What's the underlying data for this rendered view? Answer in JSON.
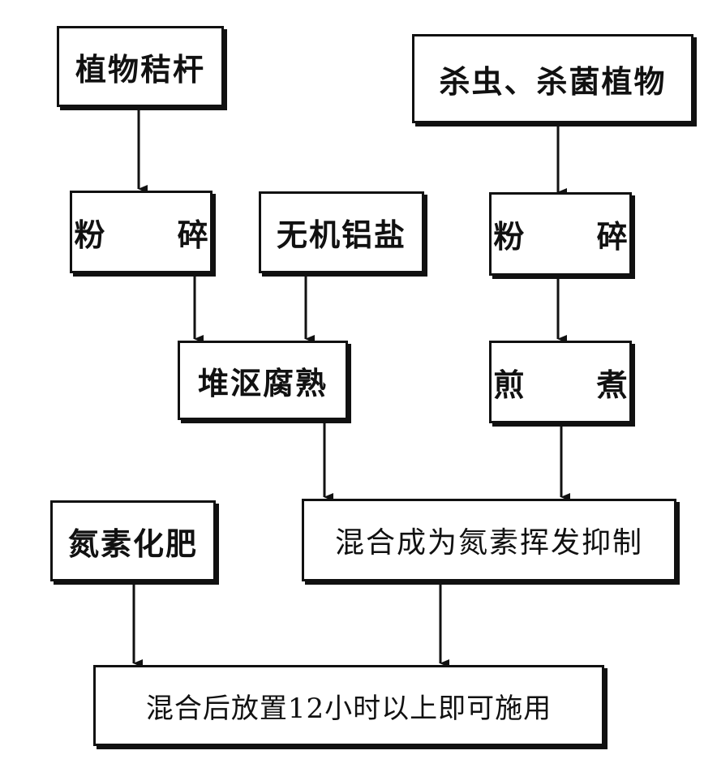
{
  "nodes": {
    "straw": "植物秸杆",
    "pesticidal_plants": "杀虫、杀菌植物",
    "crush_left": "粉 碎",
    "inorganic_aluminum_salt": "无机铝盐",
    "crush_right": "粉 碎",
    "compost": "堆沤腐熟",
    "decoct": "煎 煮",
    "nitrogen_fertilizer": "氮素化肥",
    "mix_inhibitor": "混合成为氮素挥发抑制",
    "final_step": "混合后放置12小时以上即可施用"
  },
  "colors": {
    "line": "#111111",
    "background": "#ffffff"
  }
}
